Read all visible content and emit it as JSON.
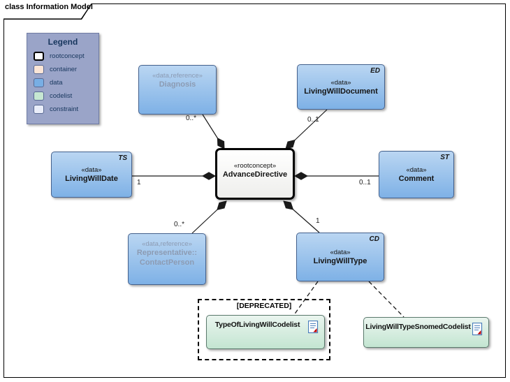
{
  "frame": {
    "title": "class Information Model"
  },
  "legend": {
    "title": "Legend",
    "items": [
      {
        "label": "rootconcept",
        "color": "#FFFFFF"
      },
      {
        "label": "container",
        "color": "#FBE5D6"
      },
      {
        "label": "data",
        "color": "#78AEE4"
      },
      {
        "label": "codelist",
        "color": "#C6E7D2"
      },
      {
        "label": "constraint",
        "color": "#E9EDF9"
      }
    ]
  },
  "nodes": {
    "diagnosis": {
      "stereotype": "«data,reference»",
      "name": "Diagnosis"
    },
    "livingWillDocument": {
      "tag": "ED",
      "stereotype": "«data»",
      "name": "LivingWillDocument"
    },
    "advanceDirective": {
      "stereotype": "«rootconcept»",
      "name": "AdvanceDirective"
    },
    "livingWillDate": {
      "tag": "TS",
      "stereotype": "«data»",
      "name": "LivingWillDate"
    },
    "comment": {
      "tag": "ST",
      "stereotype": "«data»",
      "name": "Comment"
    },
    "contactPerson": {
      "stereotype": "«data,reference»",
      "name1": "Representative::",
      "name2": "ContactPerson"
    },
    "livingWillType": {
      "tag": "CD",
      "stereotype": "«data»",
      "name": "LivingWillType"
    },
    "typeOfLivingWillCodelist": {
      "name": "TypeOfLivingWillCodelist"
    },
    "livingWillTypeSnomedCodelist": {
      "name": "LivingWillTypeSnomedCodelist"
    }
  },
  "multiplicities": {
    "diagnosis": "0..*",
    "livingWillDocument": "0..1",
    "livingWillDate": "1",
    "comment": "0..1",
    "contactPerson": "0..*",
    "livingWillType": "1"
  },
  "deprecated_label": "[DEPRECATED]",
  "icons": {
    "codelist_icon": "document-export-icon"
  },
  "colors": {
    "data_fill": "#7EB1E6",
    "codelist_fill": "#C3E5D1",
    "legend_bg": "#9AA4C8",
    "faded_text": "#8C9BB3",
    "connector": "#1A1A1A"
  }
}
